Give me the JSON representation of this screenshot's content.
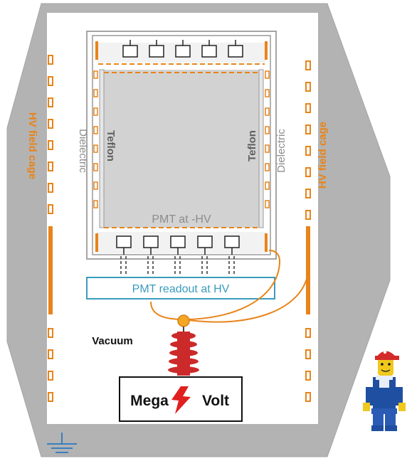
{
  "labels": {
    "hv_field_cage_left": "HV field cage",
    "hv_field_cage_right": "HV field cage",
    "dielectric_left": "Dielectric",
    "dielectric_right": "Dielectric",
    "teflon_left": "Teflon",
    "teflon_right": "Teflon",
    "pmt_at_hv": "PMT at -HV",
    "pmt_readout": "PMT readout at HV",
    "vacuum": "Vacuum",
    "mega": "Mega",
    "volt": "Volt"
  },
  "icons": {
    "lightning": "lightning-bolt-icon",
    "ground": "ground-symbol-icon",
    "figure": "lego-worker-figure"
  },
  "colors": {
    "outer_shell": "#b3b3b3",
    "field_cage": "#e8841a",
    "teal": "#3a9bbd",
    "insulator": "#cc2a2a",
    "lightning": "#e02020"
  }
}
